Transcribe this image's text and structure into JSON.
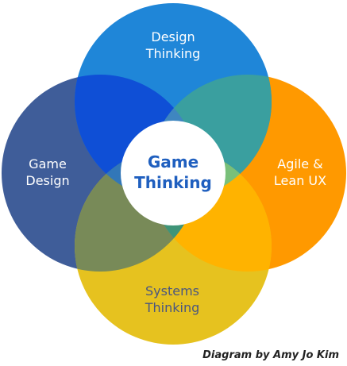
{
  "diagram": {
    "type": "venn",
    "center": {
      "lines": [
        "Game",
        "Thinking"
      ]
    },
    "sets": [
      {
        "id": "design",
        "lines": [
          "Design",
          "Thinking"
        ],
        "color": "#1f86d8"
      },
      {
        "id": "game",
        "lines": [
          "Game",
          "Design"
        ],
        "color": "#3f5d99"
      },
      {
        "id": "agile",
        "lines": [
          "Agile &",
          "Lean UX"
        ],
        "color": "#ff9900"
      },
      {
        "id": "systems",
        "lines": [
          "Systems",
          "Thinking"
        ],
        "color": "#e6c21f"
      }
    ],
    "overlap_colors": {
      "design_game": "#0f4fd6",
      "design_agile": "#3a9f9f",
      "game_systems": "#788a58",
      "agile_systems": "#ffb300",
      "core": "#3f86c0",
      "core_right": "#79c07a",
      "core_bottom": "#3f9478",
      "core_left": "#3277b8"
    },
    "center_fill": "#ffffff"
  },
  "credit": "Diagram by Amy Jo Kim"
}
